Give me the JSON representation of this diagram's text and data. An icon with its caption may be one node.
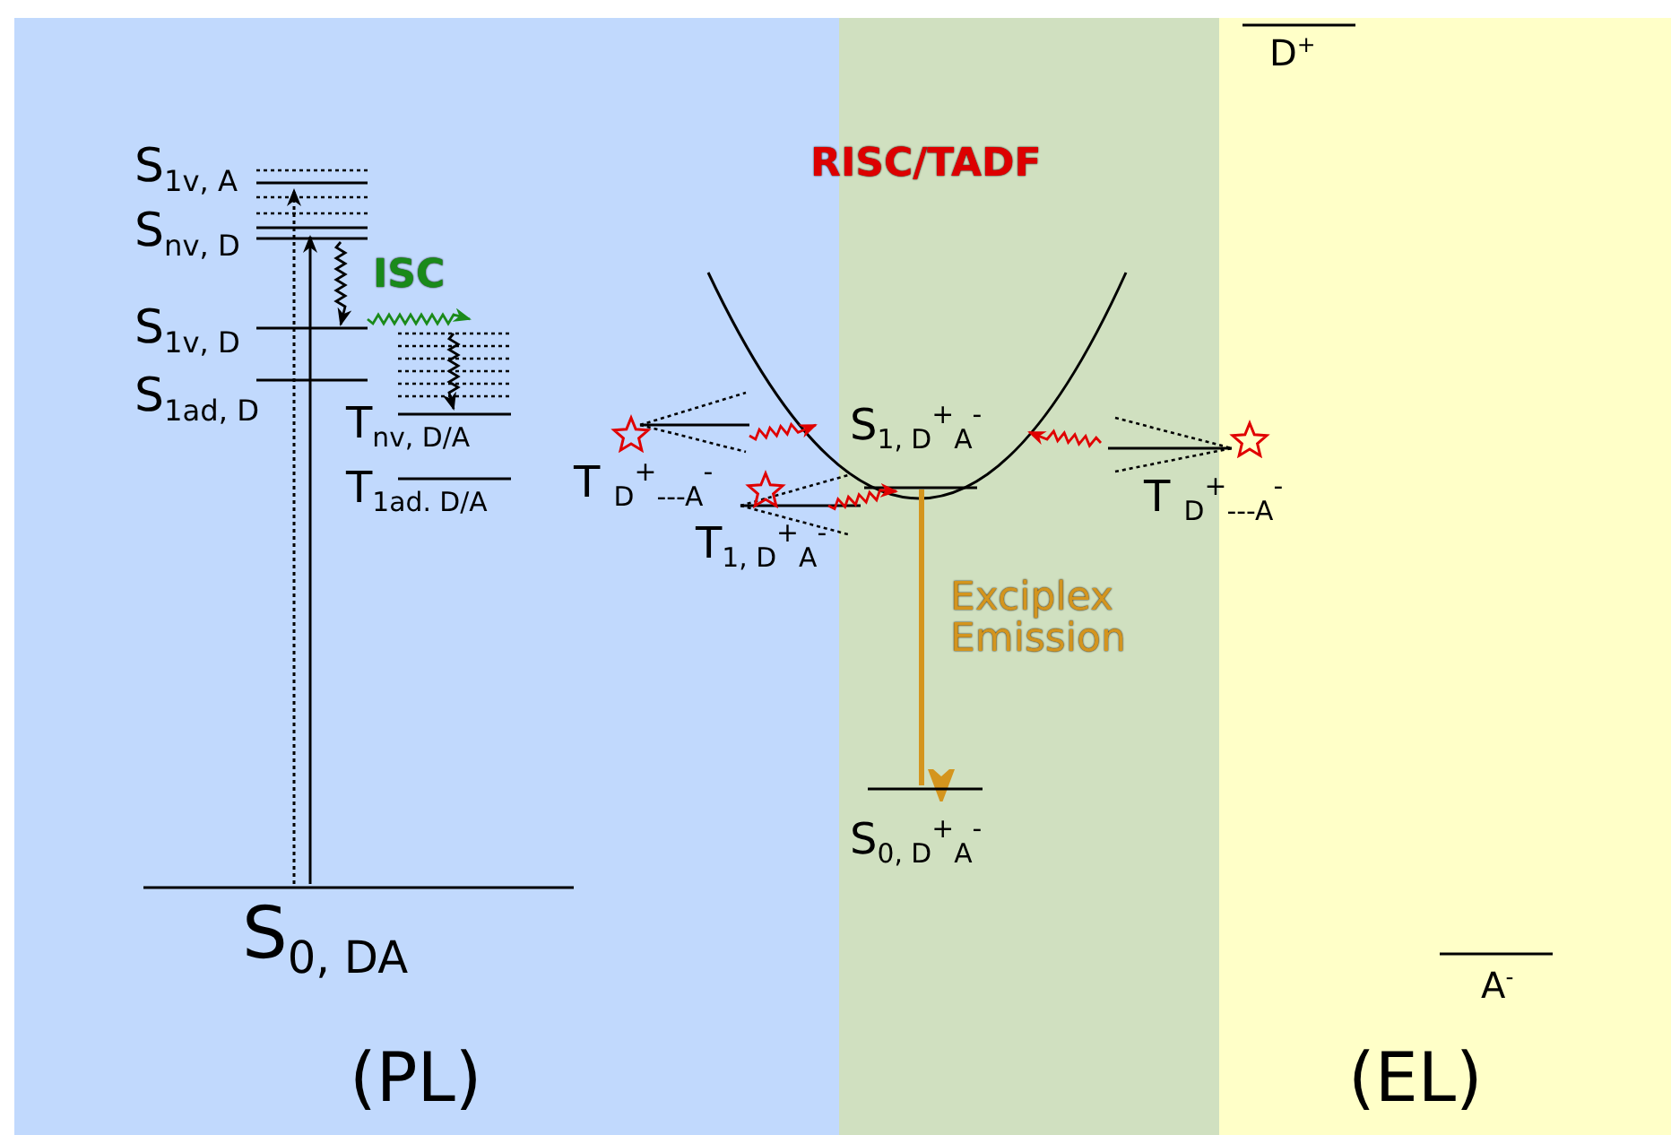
{
  "diagram": {
    "labels": [
      "S$_{1v, A}$",
      "S$_{nv, D}$",
      "ISC",
      "S$_{1v, D}$",
      "S$_{1ad, D}$",
      "T$_{nv, D/A}$",
      "T$_{1ad. D/A}$",
      "RISC/TADF",
      "D$^{+}$",
      "S$_{1, D}$$^{+}$$_{A}$$^{-}$",
      "T $_{D}$$^{+}$$_{---A}$$^{-}$",
      "T $_{D}$$^{+}$$_{---A}$$^{-}$",
      "T$_{1, D}$$^{+}$$_{A}$$^{-}$",
      "Exciplex Emission",
      "S$_{0, D}$$^{+}$$_{A}$$^{-}$",
      "S$_{0, DA}$",
      "(PL)",
      "A$^{-}$",
      "(EL)"
    ]
  }
}
